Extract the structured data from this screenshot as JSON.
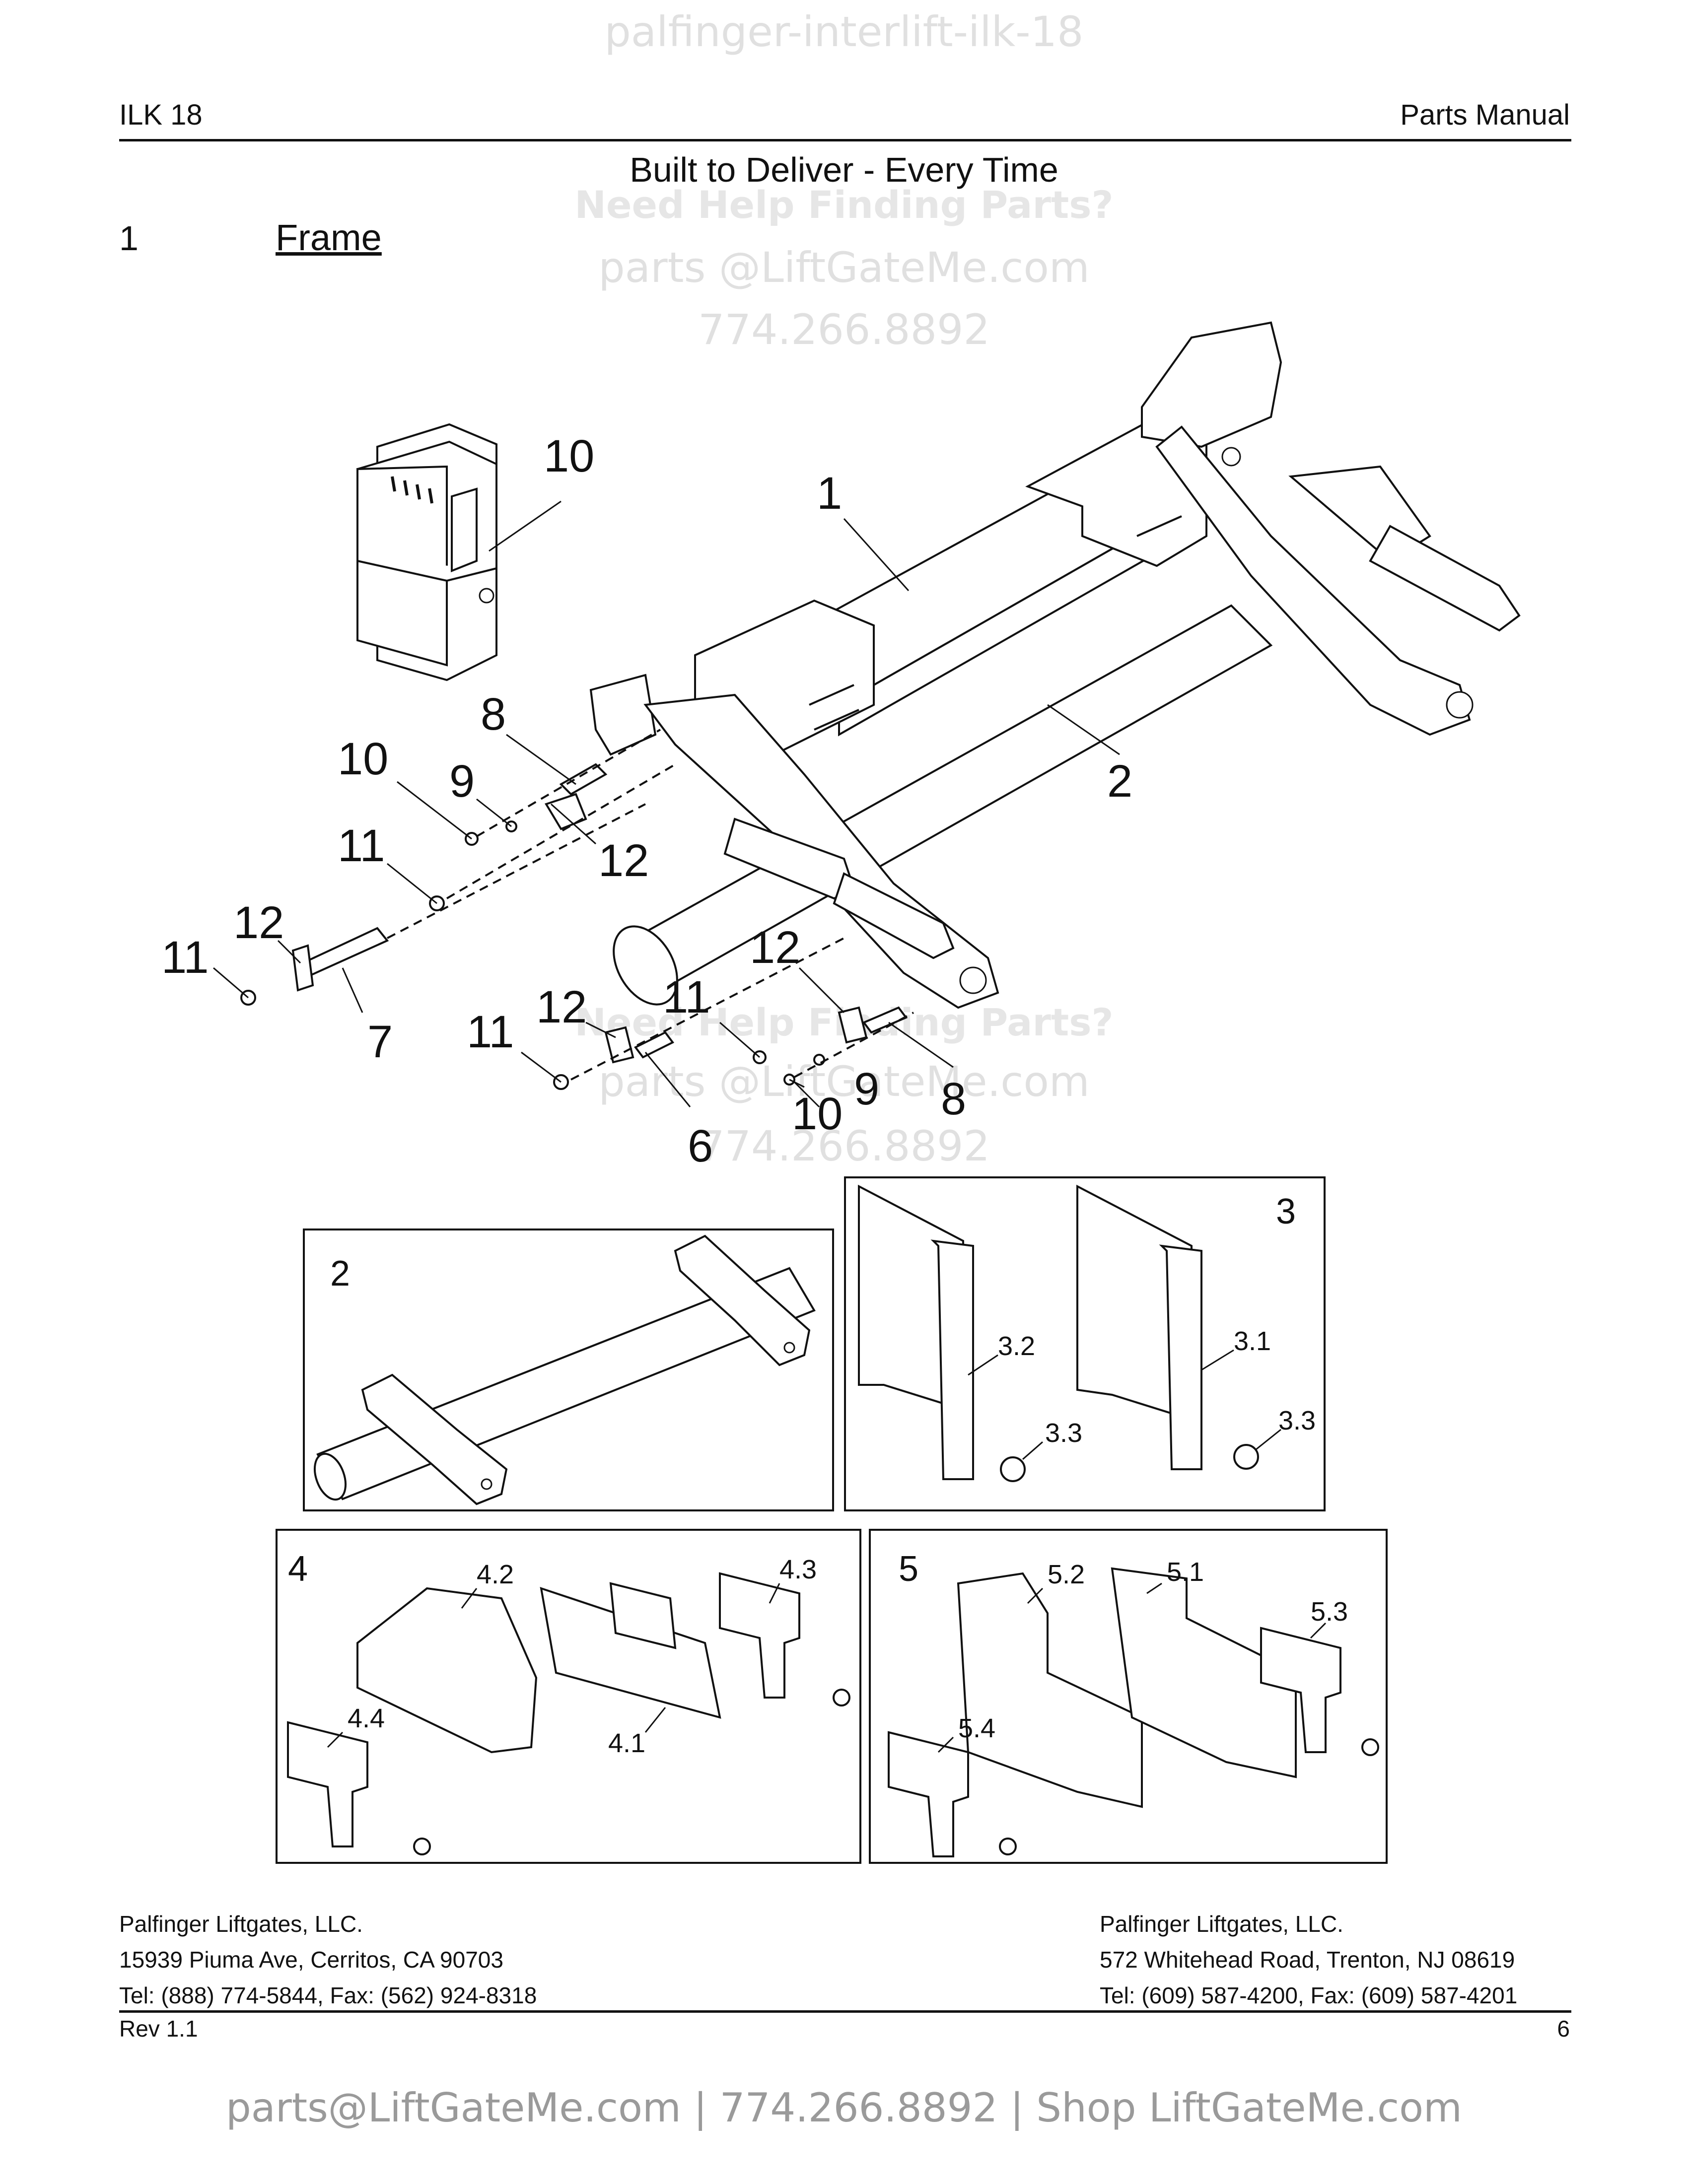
{
  "watermarks": {
    "top": "palfinger-interlift-ilk-18",
    "help": "Need Help Finding Parts?",
    "email": "parts @LiftGateMe.com",
    "phone": "774.266.8892"
  },
  "header": {
    "model": "ILK 18",
    "manual": "Parts Manual",
    "tagline": "Built to Deliver - Every Time"
  },
  "section": {
    "number": "1",
    "title": "Frame"
  },
  "callouts": {
    "main": [
      "10",
      "1",
      "8",
      "10",
      "9",
      "2",
      "11",
      "12",
      "12",
      "11",
      "7",
      "12",
      "11",
      "12",
      "11",
      "9",
      "8",
      "10",
      "6"
    ],
    "inset2": [
      "2"
    ],
    "inset3": [
      "3",
      "3.2",
      "3.1",
      "3.3",
      "3.3"
    ],
    "inset4": [
      "4",
      "4.2",
      "4.3",
      "4.4",
      "4.1"
    ],
    "inset5": [
      "5",
      "5.2",
      "5.1",
      "5.3",
      "5.4"
    ]
  },
  "footer": {
    "left": [
      "Palfinger Liftgates, LLC.",
      "15939 Piuma Ave, Cerritos, CA 90703",
      "Tel: (888) 774-5844, Fax: (562) 924-8318"
    ],
    "right": [
      "Palfinger Liftgates, LLC.",
      "572 Whitehead Road, Trenton, NJ 08619",
      "Tel: (609) 587-4200, Fax: (609) 587-4201"
    ],
    "revision": "Rev 1.1",
    "page": "6"
  },
  "bottom_banner": "parts@LiftGateMe.com | 774.266.8892 | Shop LiftGateMe.com"
}
